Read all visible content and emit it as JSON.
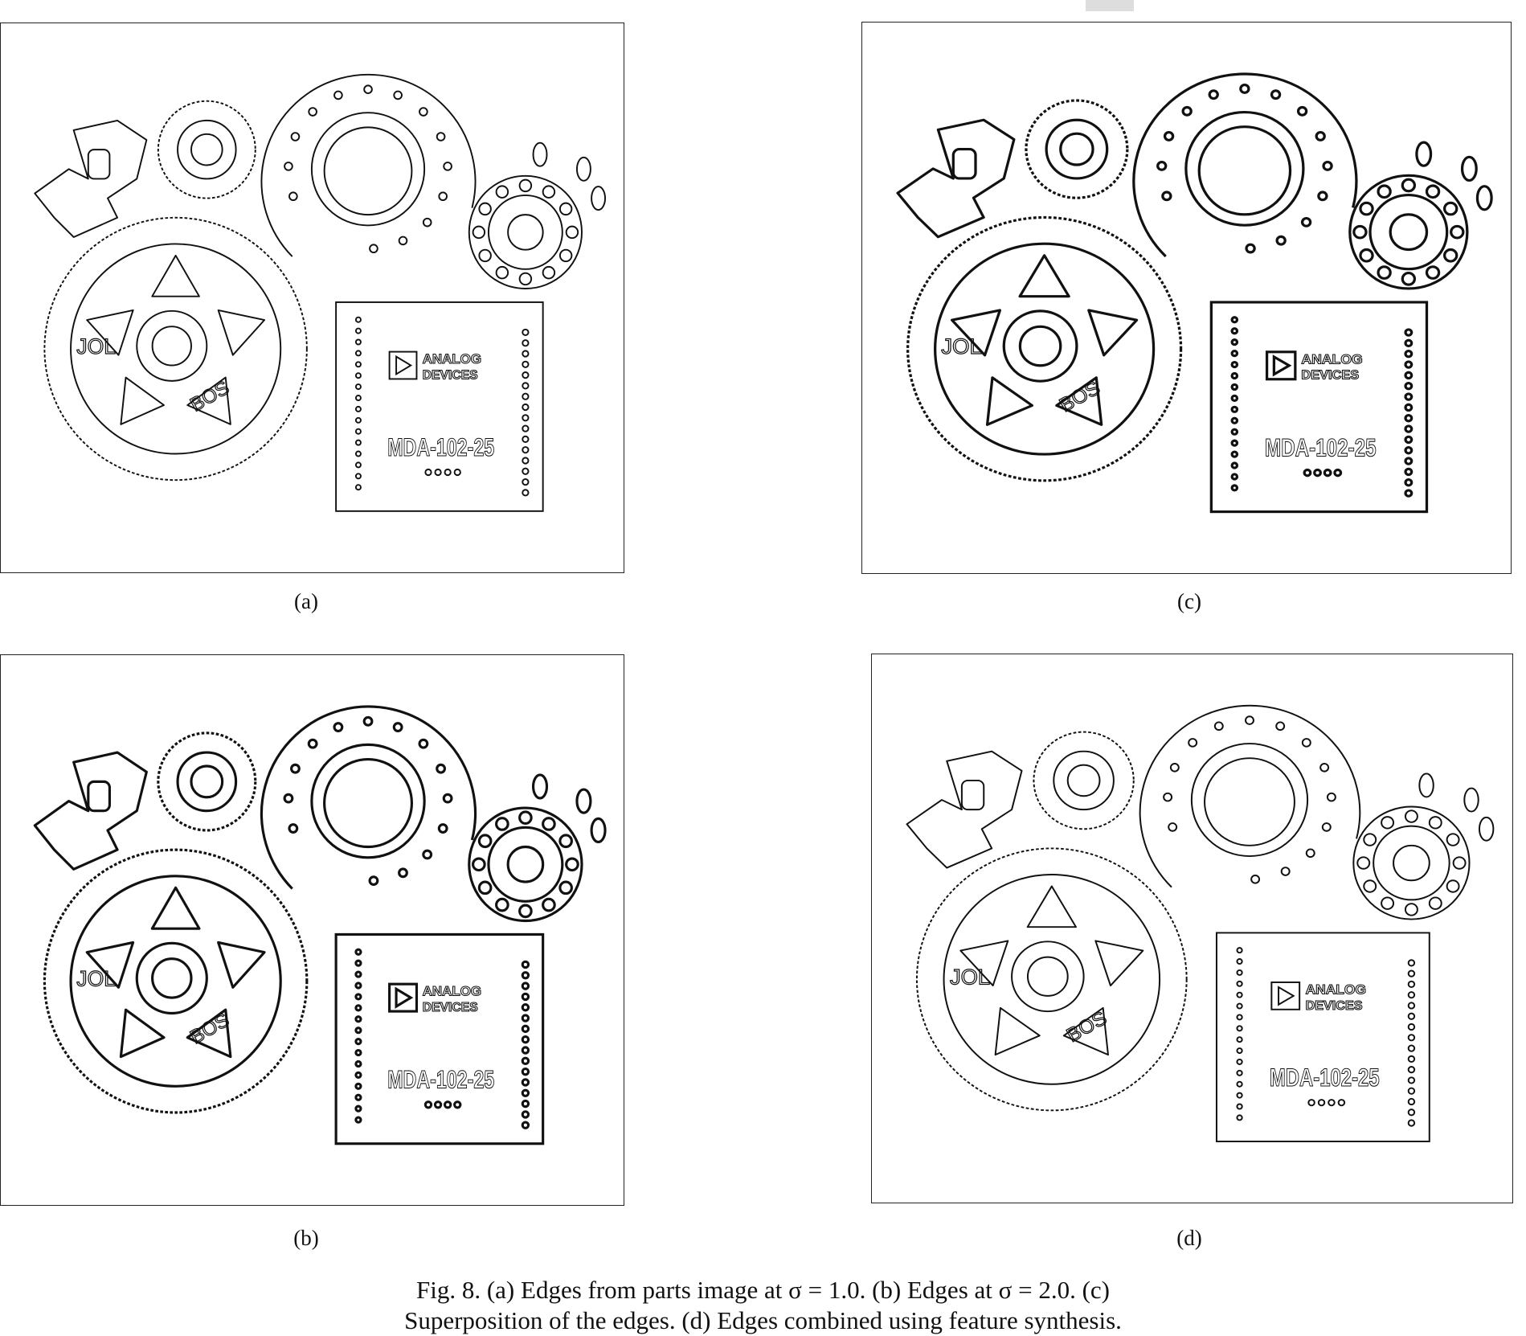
{
  "figure": {
    "panels": [
      {
        "id": "a",
        "label": "(a)"
      },
      {
        "id": "b",
        "label": "(b)"
      },
      {
        "id": "c",
        "label": "(c)"
      },
      {
        "id": "d",
        "label": "(d)"
      }
    ],
    "chip_text": {
      "line1": "ANALOG",
      "line2": "DEVICES",
      "part": "MDA-102-25"
    },
    "wheel_text": {
      "left": "JOL",
      "right": "BOS"
    },
    "caption": {
      "line1": "Fig. 8.  (a) Edges from parts image at σ = 1.0. (b) Edges at σ = 2.0. (c)",
      "line2": "Superposition of the edges. (d) Edges combined using feature synthesis."
    }
  }
}
